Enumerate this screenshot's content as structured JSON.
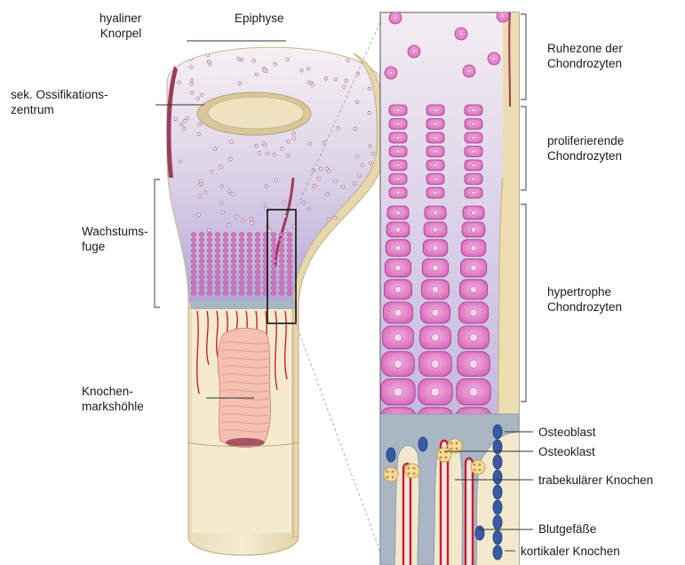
{
  "left_labels": {
    "epiphyse": "Epiphyse",
    "hyaline_line1": "hyaliner",
    "hyaline_line2": "Knorpel",
    "ossification_line1": "sek. Ossifikations-",
    "ossification_line2": "zentrum",
    "growth_plate_line1": "Wachstums-",
    "growth_plate_line2": "fuge",
    "marrow_line1": "Knochen-",
    "marrow_line2": "markshöhle"
  },
  "right_labels": {
    "resting_line1": "Ruhezone der",
    "resting_line2": "Chondrozyten",
    "proliferating_line1": "proliferierende",
    "proliferating_line2": "Chondrozyten",
    "hypertrophic_line1": "hypertrophe",
    "hypertrophic_line2": "Chondrozyten",
    "osteoblast": "Osteoblast",
    "osteoclast": "Osteoklast",
    "trabecular": "trabekulärer Knochen",
    "vessels": "Blutgefäße",
    "cortical": "kortikaler Knochen"
  },
  "colors": {
    "cartilage_top": "#f3ecf1",
    "cartilage_bottom": "#b9addb",
    "bone_shaft": "#efe4c6",
    "cell_pink": "#e07dc4",
    "cell_dark": "#b8439a",
    "vessel_red": "#c8202c",
    "osteoblast_blue": "#3a5aa8",
    "marrow": "#f4b9ad",
    "trabecular_gray": "#a9b6c4"
  }
}
